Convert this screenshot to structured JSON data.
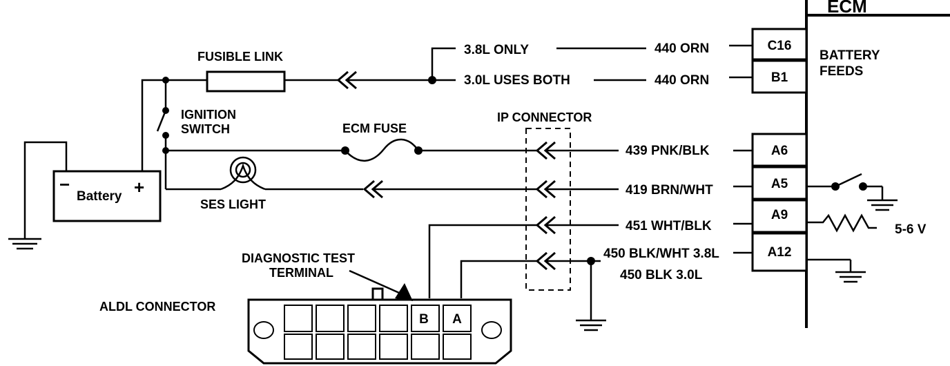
{
  "labels": {
    "ecm": "ECM",
    "fusible_link": "FUSIBLE LINK",
    "ignition_switch_1": "IGNITION",
    "ignition_switch_2": "SWITCH",
    "ecm_fuse": "ECM FUSE",
    "ip_connector": "IP CONNECTOR",
    "battery": "Battery",
    "battery_minus": "−",
    "battery_plus": "+",
    "ses_light": "SES  LIGHT",
    "diag_test_1": "DIAGNOSTIC TEST",
    "diag_test_2": "TERMINAL",
    "aldl_connector": "ALDL CONNECTOR",
    "battery_feeds_1": "BATTERY",
    "battery_feeds_2": "FEEDS",
    "only_38": "3.8L ONLY",
    "uses_both_30": "3.0L USES BOTH",
    "voltage": "5-6 V"
  },
  "wires": {
    "w440_top": "440  ORN",
    "w440_bottom": "440  ORN",
    "w439": "439  PNK/BLK",
    "w419": "419  BRN/WHT",
    "w451": "451  WHT/BLK",
    "w450_a": "450  BLK/WHT 3.8L",
    "w450_b": "450  BLK 3.0L"
  },
  "ecm_pins": {
    "c16": "C16",
    "b1": "B1",
    "a6": "A6",
    "a5": "A5",
    "a9": "A9",
    "a12": "A12"
  },
  "aldl_pins": {
    "b": "B",
    "a": "A"
  }
}
